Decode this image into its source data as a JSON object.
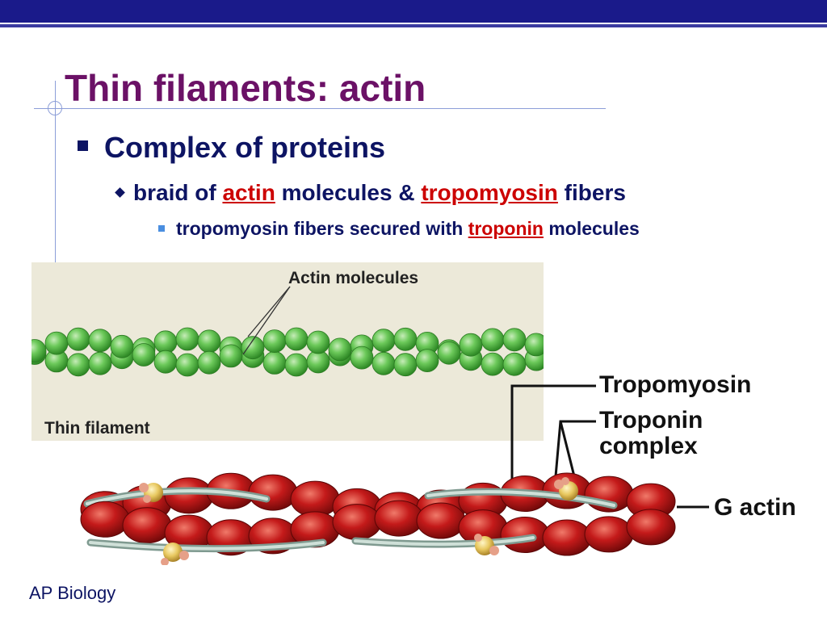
{
  "slide": {
    "title": "Thin filaments: actin",
    "footer": "AP Biology"
  },
  "bullets": {
    "level1": "Complex of proteins",
    "level2": {
      "t1": "braid of ",
      "actin": "actin",
      "t2": " molecules & ",
      "tropomyosin": "tropomyosin",
      "t3": " fibers"
    },
    "level3": {
      "t1": "tropomyosin fibers secured with ",
      "troponin": "troponin",
      "t2": " molecules"
    }
  },
  "figure_top": {
    "label_actin_molecules": "Actin molecules",
    "label_thin_filament": "Thin filament"
  },
  "figure_bottom": {
    "label_tropomyosin": "Tropomyosin",
    "label_troponin_line1": "Troponin",
    "label_troponin_line2": "complex",
    "label_g_actin": "G actin"
  },
  "colors": {
    "title": "#6b1166",
    "bullet_text": "#0d1463",
    "highlight": "#cc0000",
    "actin_green": "#5cbf4a",
    "g_actin_red": "#c41a1a",
    "tropomyosin_fiber": "#a9bfb6",
    "troponin": "#e8c860"
  },
  "icons": [
    "square-bullet-icon",
    "diamond-bullet-icon",
    "small-square-bullet-icon"
  ]
}
